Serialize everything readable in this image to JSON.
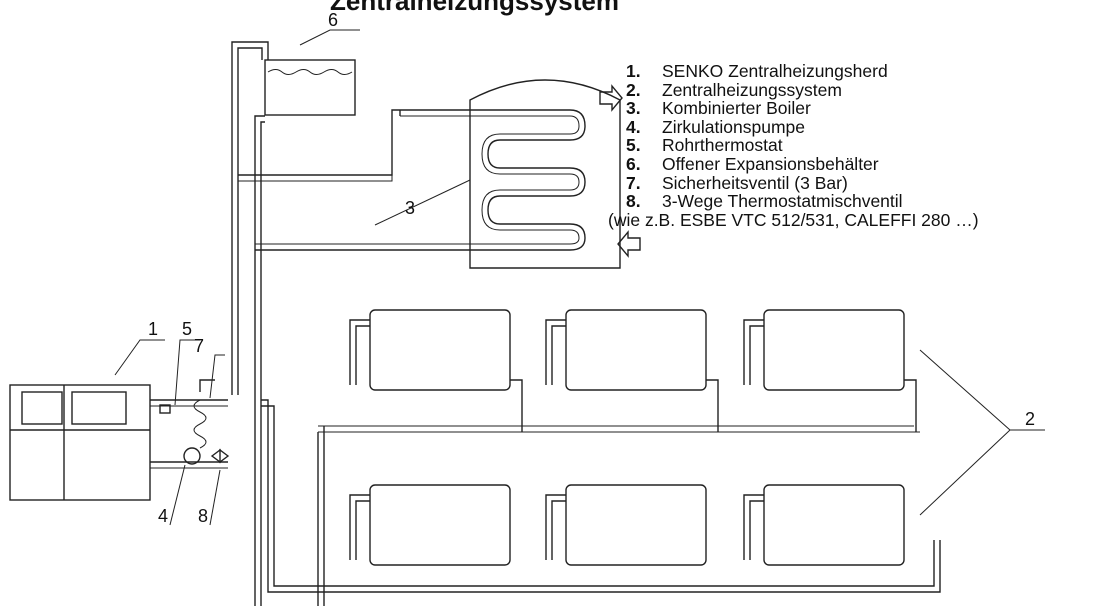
{
  "diagram": {
    "title": "Zentralheizungssystem",
    "legend": [
      {
        "number": "1.",
        "text": "SENKO Zentralheizungsherd"
      },
      {
        "number": "2.",
        "text": "Zentralheizungssystem"
      },
      {
        "number": "3.",
        "text": "Kombinierter Boiler"
      },
      {
        "number": "4.",
        "text": "Zirkulationspumpe"
      },
      {
        "number": "5.",
        "text": "Rohrthermostat"
      },
      {
        "number": "6.",
        "text": "Offener Expansionsbehälter"
      },
      {
        "number": "7.",
        "text": "Sicherheitsventil (3 Bar)"
      },
      {
        "number": "8.",
        "text": "3-Wege Thermostatmischventil"
      }
    ],
    "legend_note": "(wie z.B. ESBE VTC 512/531, CALEFFI 280 …)",
    "callouts": {
      "c1": "1",
      "c2": "2",
      "c3": "3",
      "c4": "4",
      "c5": "5",
      "c6": "6",
      "c7": "7",
      "c8": "8"
    },
    "colors": {
      "line": "#222222",
      "background": "#ffffff"
    }
  }
}
